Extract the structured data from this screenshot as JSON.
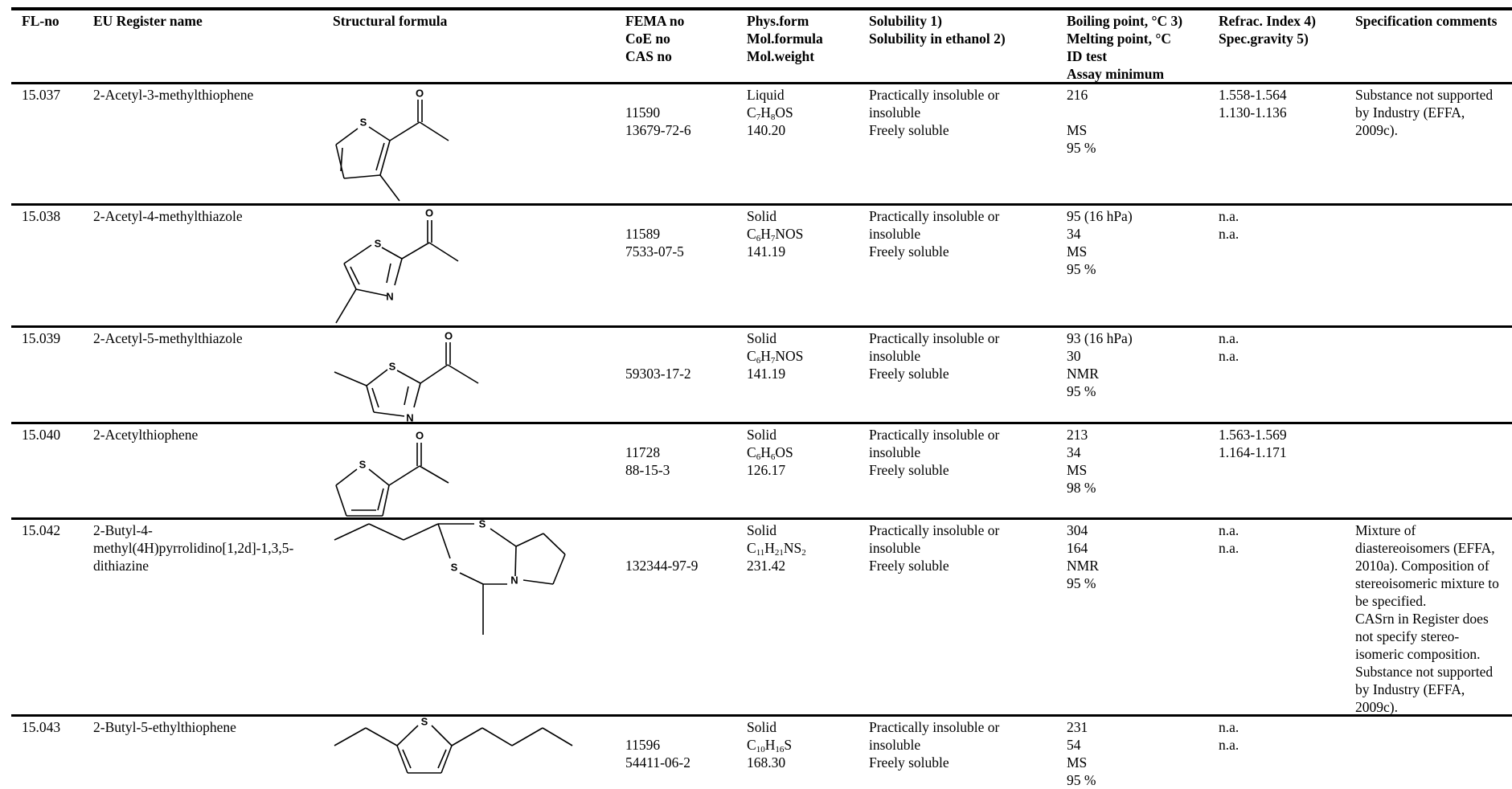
{
  "headers": {
    "fl_no": "FL-no",
    "eu_name": "EU Register name",
    "structural": "Structural formula",
    "fema": "FEMA no\nCoE no\nCAS no",
    "phys": "Phys.form\nMol.formula\nMol.weight",
    "solubility": "Solubility 1)\nSolubility in ethanol 2)",
    "boiling": "Boiling point, °C 3)\nMelting point, °C\nID test\nAssay minimum",
    "refrac": "Refrac. Index 4)\nSpec.gravity 5)",
    "spec": "Specification comments"
  },
  "rows": [
    {
      "fl_no": "15.037",
      "name": "2-Acetyl-3-methylthiophene",
      "structure": "2-acetyl-3-methylthiophene structure",
      "fema": [
        "",
        "11590",
        "13679-72-6"
      ],
      "phys_form": "Liquid",
      "formula": {
        "parts": [
          "C",
          "7",
          "H",
          "8",
          "OS"
        ]
      },
      "mol_weight": "140.20",
      "solubility": [
        "Practically insoluble or",
        "insoluble",
        "Freely soluble"
      ],
      "boiling": [
        "216",
        "",
        "MS",
        "95 %"
      ],
      "refrac": [
        "1.558-1.564",
        "1.130-1.136"
      ],
      "spec": [
        "Substance not supported",
        "by Industry (EFFA,",
        "2009c)."
      ]
    },
    {
      "fl_no": "15.038",
      "name": "2-Acetyl-4-methylthiazole",
      "structure": "2-acetyl-4-methylthiazole structure",
      "fema": [
        "",
        "11589",
        "7533-07-5"
      ],
      "phys_form": "Solid",
      "formula": {
        "parts": [
          "C",
          "6",
          "H",
          "7",
          "NOS"
        ]
      },
      "mol_weight": "141.19",
      "solubility": [
        "Practically insoluble or",
        "insoluble",
        "Freely soluble"
      ],
      "boiling": [
        "95 (16 hPa)",
        "34",
        "MS",
        "95 %"
      ],
      "refrac": [
        "n.a.",
        "n.a."
      ],
      "spec": []
    },
    {
      "fl_no": "15.039",
      "name": "2-Acetyl-5-methylthiazole",
      "structure": "2-acetyl-5-methylthiazole structure",
      "fema": [
        "",
        "",
        "59303-17-2"
      ],
      "phys_form": "Solid",
      "formula": {
        "parts": [
          "C",
          "6",
          "H",
          "7",
          "NOS"
        ]
      },
      "mol_weight": "141.19",
      "solubility": [
        "Practically insoluble or",
        "insoluble",
        "Freely soluble"
      ],
      "boiling": [
        "93 (16 hPa)",
        "30",
        "NMR",
        "95 %"
      ],
      "refrac": [
        "n.a.",
        "n.a."
      ],
      "spec": []
    },
    {
      "fl_no": "15.040",
      "name": "2-Acetylthiophene",
      "structure": "2-acetylthiophene structure",
      "fema": [
        "",
        "11728",
        "88-15-3"
      ],
      "phys_form": "Solid",
      "formula": {
        "parts": [
          "C",
          "6",
          "H",
          "6",
          "OS"
        ]
      },
      "mol_weight": "126.17",
      "solubility": [
        "Practically insoluble or",
        "insoluble",
        "Freely soluble"
      ],
      "boiling": [
        "213",
        "34",
        "MS",
        "98 %"
      ],
      "refrac": [
        "1.563-1.569",
        "1.164-1.171"
      ],
      "spec": []
    },
    {
      "fl_no": "15.042",
      "name": "2-Butyl-4-methyl(4H)pyrrolidino[1,2d]-1,3,5-dithiazine",
      "name_lines": [
        "2-Butyl-4-",
        "methyl(4H)pyrrolidino[1,2d]-1,3,5-",
        "dithiazine"
      ],
      "structure": "2-butyl-4-methyl(4H)pyrrolidino[1,2d]-1,3,5-dithiazine structure",
      "fema": [
        "",
        "",
        "132344-97-9"
      ],
      "phys_form": "Solid",
      "formula": {
        "parts": [
          "C",
          "11",
          "H",
          "21",
          "NS",
          "2",
          ""
        ]
      },
      "mol_weight": "231.42",
      "solubility": [
        "Practically insoluble or",
        "insoluble",
        "Freely soluble"
      ],
      "boiling": [
        "304",
        "164",
        "NMR",
        "95 %"
      ],
      "refrac": [
        "n.a.",
        "n.a."
      ],
      "spec": [
        "Mixture of",
        "diastereoisomers (EFFA,",
        "2010a). Composition of",
        "stereoisomeric mixture to",
        "be specified.",
        "CASrn in Register does",
        "not specify stereo-",
        "isomeric composition.",
        "Substance not supported",
        "by Industry (EFFA,",
        "2009c)."
      ]
    },
    {
      "fl_no": "15.043",
      "name": "2-Butyl-5-ethylthiophene",
      "structure": "2-butyl-5-ethylthiophene structure",
      "fema": [
        "",
        "11596",
        "54411-06-2"
      ],
      "phys_form": "Solid",
      "formula": {
        "parts": [
          "C",
          "10",
          "H",
          "16",
          "S"
        ]
      },
      "mol_weight": "168.30",
      "solubility": [
        "Practically insoluble or",
        "insoluble",
        "Freely soluble"
      ],
      "boiling": [
        "231",
        "54",
        "MS",
        "95 %"
      ],
      "refrac": [
        "n.a.",
        "n.a."
      ],
      "spec": []
    }
  ],
  "atom_labels": {
    "O": "O",
    "S": "S",
    "N": "N"
  }
}
